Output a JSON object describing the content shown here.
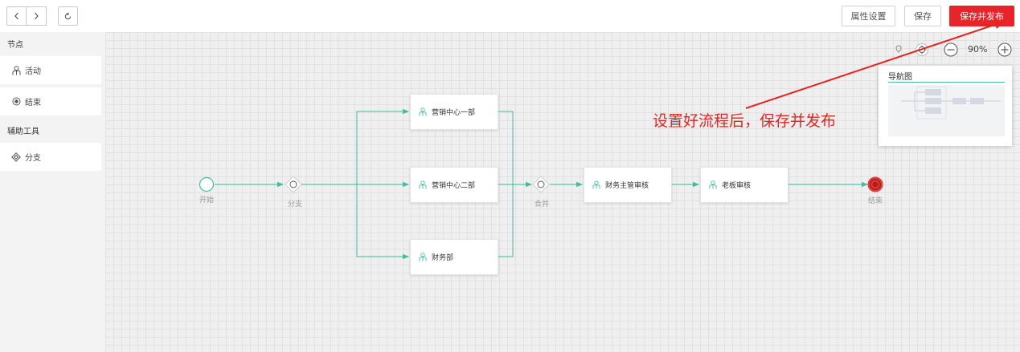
{
  "toolbar": {
    "back_icon": "chevron-left-icon",
    "forward_icon": "chevron-right-icon",
    "refresh_icon": "refresh-icon",
    "properties_label": "属性设置",
    "save_label": "保存",
    "publish_label": "保存并发布",
    "publish_color": "#e8242a"
  },
  "palette": {
    "node_group_title": "节点",
    "items": [
      {
        "label": "活动",
        "icon": "person-icon"
      },
      {
        "label": "结束",
        "icon": "end-radio-icon"
      }
    ],
    "tool_group_title": "辅助工具",
    "tools": [
      {
        "label": "分支",
        "icon": "diamond-icon"
      }
    ]
  },
  "flow": {
    "start_label": "开始",
    "branch_label": "分支",
    "merge_label": "合并",
    "end_label": "结束",
    "nodes": [
      {
        "label": "营销中心一部"
      },
      {
        "label": "营销中心二部"
      },
      {
        "label": "财务部"
      },
      {
        "label": "财务主管审核"
      },
      {
        "label": "老板审核"
      }
    ],
    "edge_color": "#3ebfa0",
    "end_color": "#e53935"
  },
  "zoom": {
    "level": "90%",
    "fit_icon": "locate-icon",
    "zoom_out_icon": "minus-circle-icon",
    "zoom_in_icon": "plus-icon"
  },
  "navigator": {
    "title": "导航图"
  },
  "annotation": {
    "text": "设置好流程后，保存并发布",
    "color": "#e52420"
  }
}
